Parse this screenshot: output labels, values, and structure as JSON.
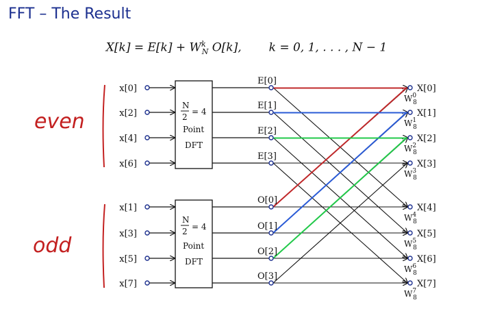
{
  "slide": {
    "title": "FFT – The Result",
    "formula": {
      "lhs": "X[k]  =  E[k] + W",
      "w_sub": "N",
      "w_sup": "k",
      "rhs": " O[k],",
      "range": "k = 0, 1, . . . , N − 1"
    }
  },
  "annotations": {
    "even": "even",
    "odd": "odd"
  },
  "dft_box": {
    "frac_num": "N",
    "frac_den": "2",
    "eq": "= 4",
    "line1": "Point",
    "line2": "DFT"
  },
  "inputs_even": [
    "x[0]",
    "x[2]",
    "x[4]",
    "x[6]"
  ],
  "inputs_odd": [
    "x[1]",
    "x[3]",
    "x[5]",
    "x[7]"
  ],
  "even_outputs": [
    "E[0]",
    "E[1]",
    "E[2]",
    "E[3]"
  ],
  "odd_outputs": [
    "O[0]",
    "O[1]",
    "O[2]",
    "O[3]"
  ],
  "outputs": [
    "X[0]",
    "X[1]",
    "X[2]",
    "X[3]",
    "X[4]",
    "X[5]",
    "X[6]",
    "X[7]"
  ],
  "twiddles": [
    {
      "base": "W",
      "sub": "8",
      "sup": "0"
    },
    {
      "base": "W",
      "sub": "8",
      "sup": "1"
    },
    {
      "base": "W",
      "sub": "8",
      "sup": "2"
    },
    {
      "base": "W",
      "sub": "8",
      "sup": "3"
    },
    {
      "base": "W",
      "sub": "8",
      "sup": "4"
    },
    {
      "base": "W",
      "sub": "8",
      "sup": "5"
    },
    {
      "base": "W",
      "sub": "8",
      "sup": "6"
    },
    {
      "base": "W",
      "sub": "8",
      "sup": "7"
    }
  ],
  "colors": {
    "title": "#1b2f8f",
    "line": "#111111",
    "red": "#c0282a",
    "blue": "#2a5bd6",
    "green": "#22c94a",
    "hand": "#c32020"
  }
}
